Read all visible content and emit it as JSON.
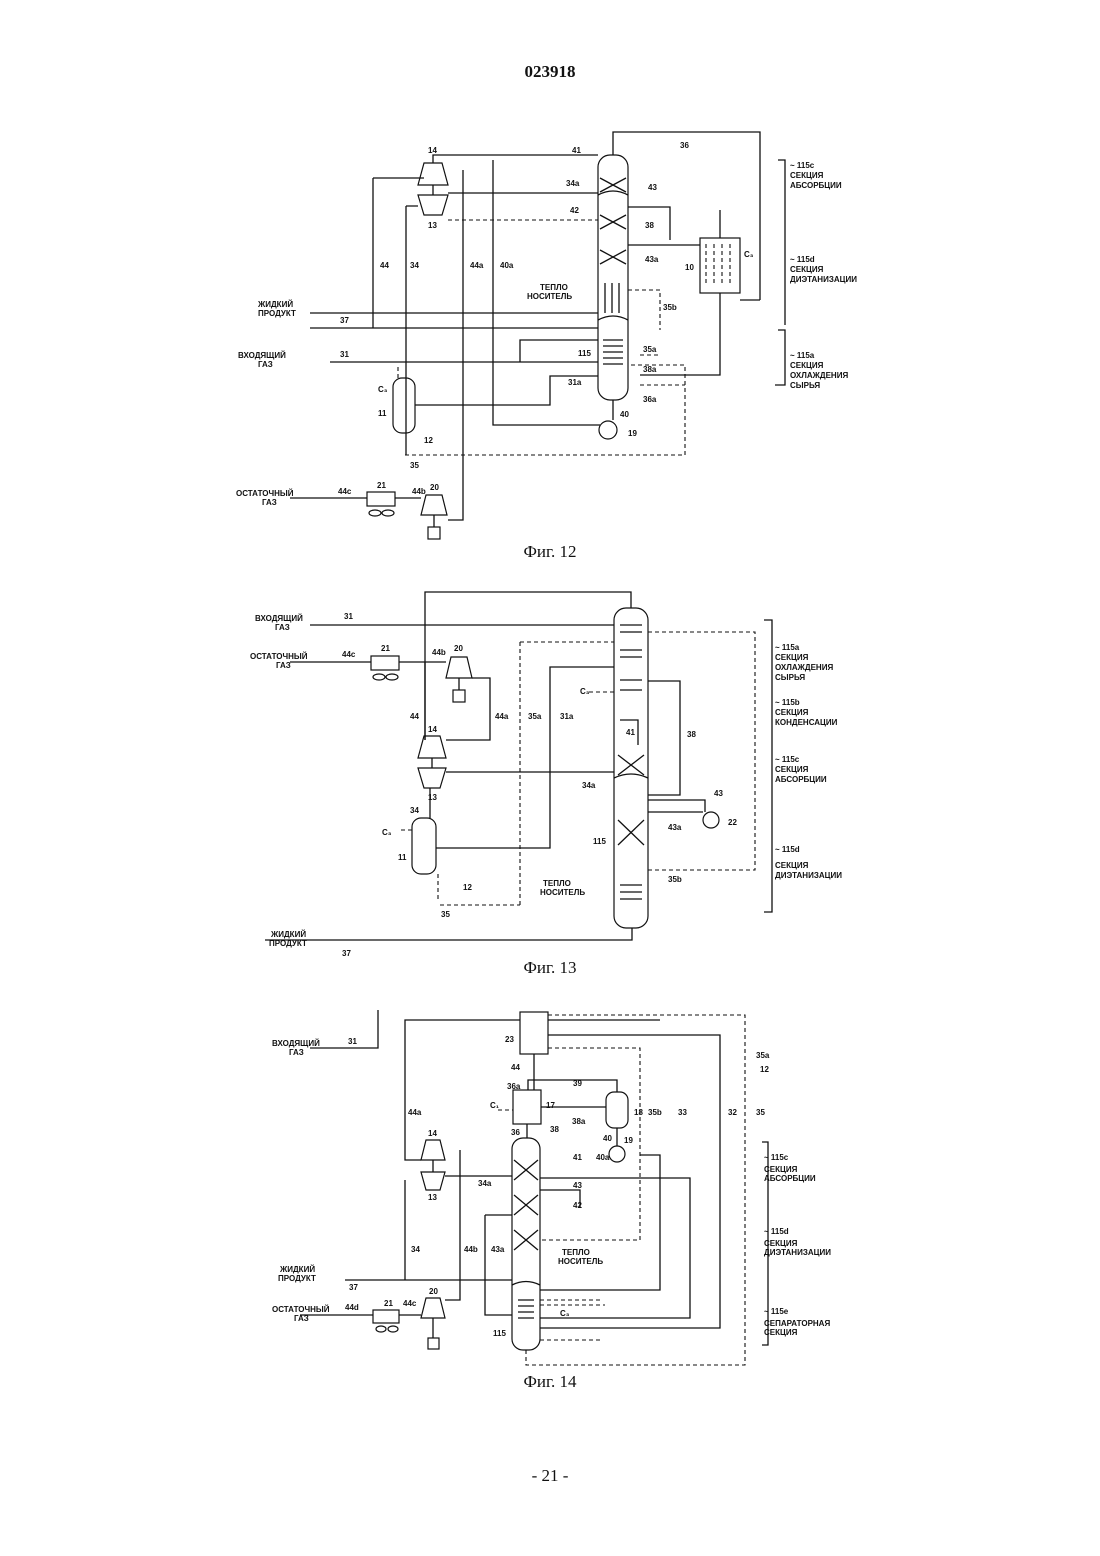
{
  "header": {
    "doc_number": "023918"
  },
  "footer": {
    "page": "- 21 -"
  },
  "fig12": {
    "caption": "Фиг. 12",
    "labels": {
      "liquid_product": [
        "ЖИДКИЙ",
        "ПРОДУКТ"
      ],
      "inlet_gas": [
        "ВХОДЯЩИЙ",
        "ГАЗ"
      ],
      "residue_gas": [
        "ОСТАТОЧНЫЙ",
        "ГАЗ"
      ],
      "heat_medium": [
        "ТЕПЛО",
        "НОСИТЕЛЬ"
      ],
      "sec_abs": [
        "~ 115c",
        "СЕКЦИЯ",
        "АБСОРБЦИИ"
      ],
      "sec_deeth": [
        "~ 115d",
        "СЕКЦИЯ",
        "ДИЭТАНИЗАЦИИ"
      ],
      "sec_feed": [
        "~ 115a",
        "СЕКЦИЯ",
        "ОХЛАЖДЕНИЯ",
        "СЫРЬЯ"
      ]
    },
    "tags": {
      "s36": "36",
      "s41": "41",
      "s43": "43",
      "s34a": "34a",
      "s42": "42",
      "s38": "38",
      "s43a": "43a",
      "s10": "10",
      "s14": "14",
      "s13": "13",
      "s44": "44",
      "s34": "34",
      "s44a": "44a",
      "s40a": "40a",
      "s35b": "35b",
      "s37": "37",
      "s31": "31",
      "s115": "115",
      "s35a": "35a",
      "s38a": "38a",
      "s31a": "31a",
      "s36a": "36a",
      "s40": "40",
      "s19": "19",
      "s11": "11",
      "s12": "12",
      "s35": "35",
      "s21": "21",
      "s44c": "44c",
      "s44b": "44b",
      "s20": "20",
      "c3a": "C₃",
      "c3b": "C₃"
    }
  },
  "fig13": {
    "caption": "Фиг. 13",
    "labels": {
      "inlet_gas": [
        "ВХОДЯЩИЙ",
        "ГАЗ"
      ],
      "residue_gas": [
        "ОСТАТОЧНЫЙ",
        "ГАЗ"
      ],
      "liquid_product": [
        "ЖИДКИЙ",
        "ПРОДУКТ"
      ],
      "heat_medium": [
        "ТЕПЛО",
        "НОСИТЕЛЬ"
      ],
      "sec_feed": [
        "~ 115a",
        "СЕКЦИЯ",
        "ОХЛАЖДЕНИЯ",
        "СЫРЬЯ"
      ],
      "sec_cond": [
        "~ 115b",
        "СЕКЦИЯ",
        "КОНДЕНСАЦИИ"
      ],
      "sec_abs": [
        "~ 115c",
        "СЕКЦИЯ",
        "АБСОРБЦИИ"
      ],
      "sec_deeth": [
        "~ 115d",
        "СЕКЦИЯ",
        "ДИЭТАНИЗАЦИИ"
      ]
    },
    "tags": {
      "s31": "31",
      "s21": "21",
      "s44c": "44c",
      "s44b": "44b",
      "s20": "20",
      "s44": "44",
      "s44a": "44a",
      "s35a": "35a",
      "s31a": "31a",
      "s14": "14",
      "s13": "13",
      "s34a": "34a",
      "s34": "34",
      "s11": "11",
      "s12": "12",
      "s35": "35",
      "s41": "41",
      "s38": "38",
      "s43": "43",
      "s43a": "43a",
      "s22": "22",
      "s115": "115",
      "s35b": "35b",
      "s37": "37",
      "c3a": "C₃",
      "c3b": "C₃"
    }
  },
  "fig14": {
    "caption": "Фиг. 14",
    "labels": {
      "inlet_gas": [
        "ВХОДЯЩИЙ",
        "ГАЗ"
      ],
      "liquid_product": [
        "ЖИДКИЙ",
        "ПРОДУКТ"
      ],
      "residue_gas": [
        "ОСТАТОЧНЫЙ",
        "ГАЗ"
      ],
      "heat_medium": [
        "ТЕПЛО",
        "НОСИТЕЛЬ"
      ],
      "sec_abs": [
        "~ 115c",
        "СЕКЦИЯ",
        "АБСОРБЦИИ"
      ],
      "sec_deeth": [
        "~ 115d",
        "СЕКЦИЯ",
        "ДИЭТАНИЗАЦИИ"
      ],
      "sec_sep": [
        "~ 115e",
        "СЕПАРАТОРНАЯ",
        "СЕКЦИЯ"
      ]
    },
    "tags": {
      "s31": "31",
      "s23": "23",
      "s44": "44",
      "s36a": "36a",
      "s39": "39",
      "s17": "17",
      "s18": "18",
      "s35b": "35b",
      "s33": "33",
      "s32": "32",
      "s35": "35",
      "s35a": "35a",
      "s12": "12",
      "s44a": "44a",
      "s38a": "38a",
      "s38": "38",
      "s36": "36",
      "s40": "40",
      "s19": "19",
      "s14": "14",
      "s41": "41",
      "s40a": "40a",
      "s34a": "34a",
      "s13": "13",
      "s43": "43",
      "s42": "42",
      "s34": "34",
      "s44b": "44b",
      "s43a": "43a",
      "s37": "37",
      "s21": "21",
      "s44d": "44d",
      "s44c": "44c",
      "s20": "20",
      "s115": "115",
      "c1": "C₁",
      "c3": "C₃"
    }
  }
}
